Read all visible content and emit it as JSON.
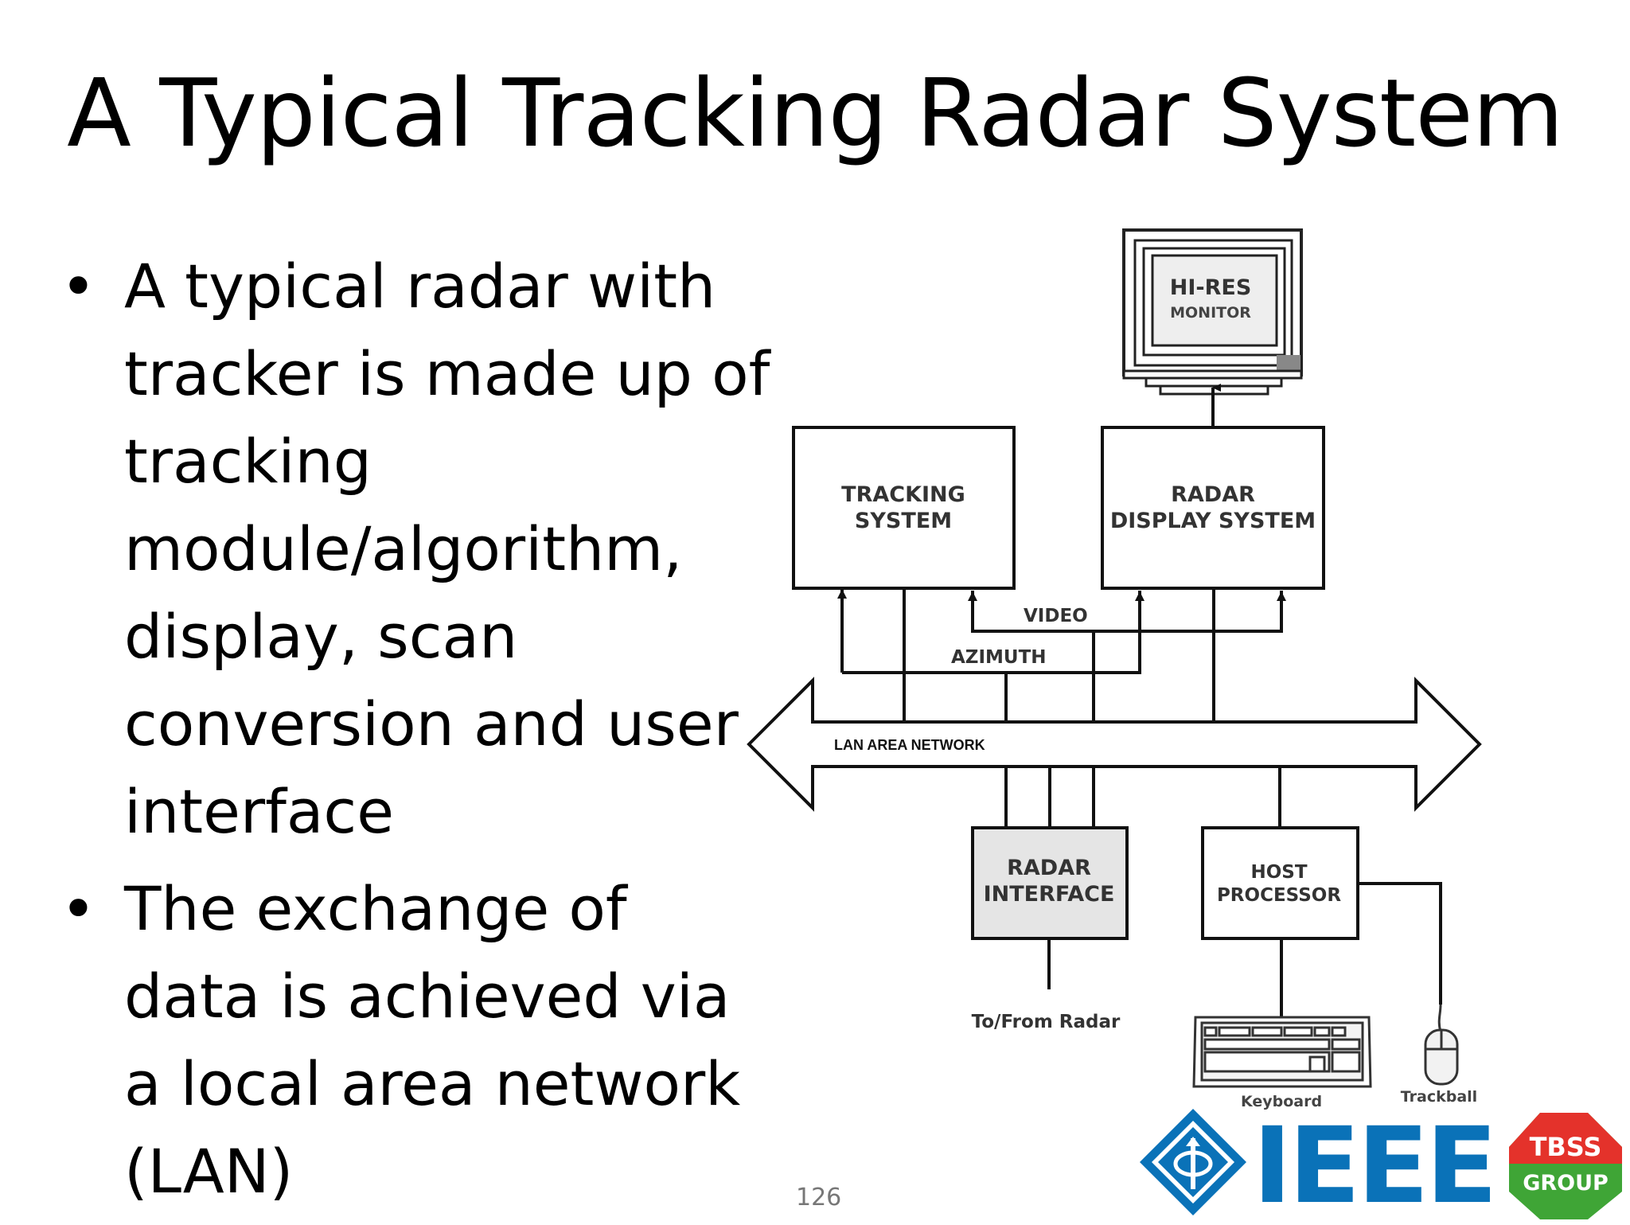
{
  "title": "A Typical Tracking Radar System",
  "bullets": [
    "A typical radar with tracker is made up of tracking module/algorithm, display, scan conversion and user interface",
    "The exchange of data is achieved via a local area network (LAN)"
  ],
  "diagram": {
    "monitor": [
      "HI-RES",
      "MONITOR"
    ],
    "tracking_system": [
      "TRACKING",
      "SYSTEM"
    ],
    "radar_display_system": [
      "RADAR",
      "DISPLAY SYSTEM"
    ],
    "video_label": "VIDEO",
    "azimuth_label": "AZIMUTH",
    "lan_label": "LAN AREA NETWORK",
    "radar_interface": [
      "RADAR",
      "INTERFACE"
    ],
    "host_processor": [
      "HOST",
      "PROCESSOR"
    ],
    "to_from_radar": "To/From Radar",
    "keyboard": "Keyboard",
    "trackball": "Trackball"
  },
  "logos": {
    "ieee": "IEEE",
    "tbss_top": "TBSS",
    "tbss_bottom": "GROUP"
  },
  "page_number": "126",
  "colors": {
    "ieee_blue": "#0a72b8",
    "tbss_red": "#e4322b",
    "tbss_green": "#3fa536"
  }
}
